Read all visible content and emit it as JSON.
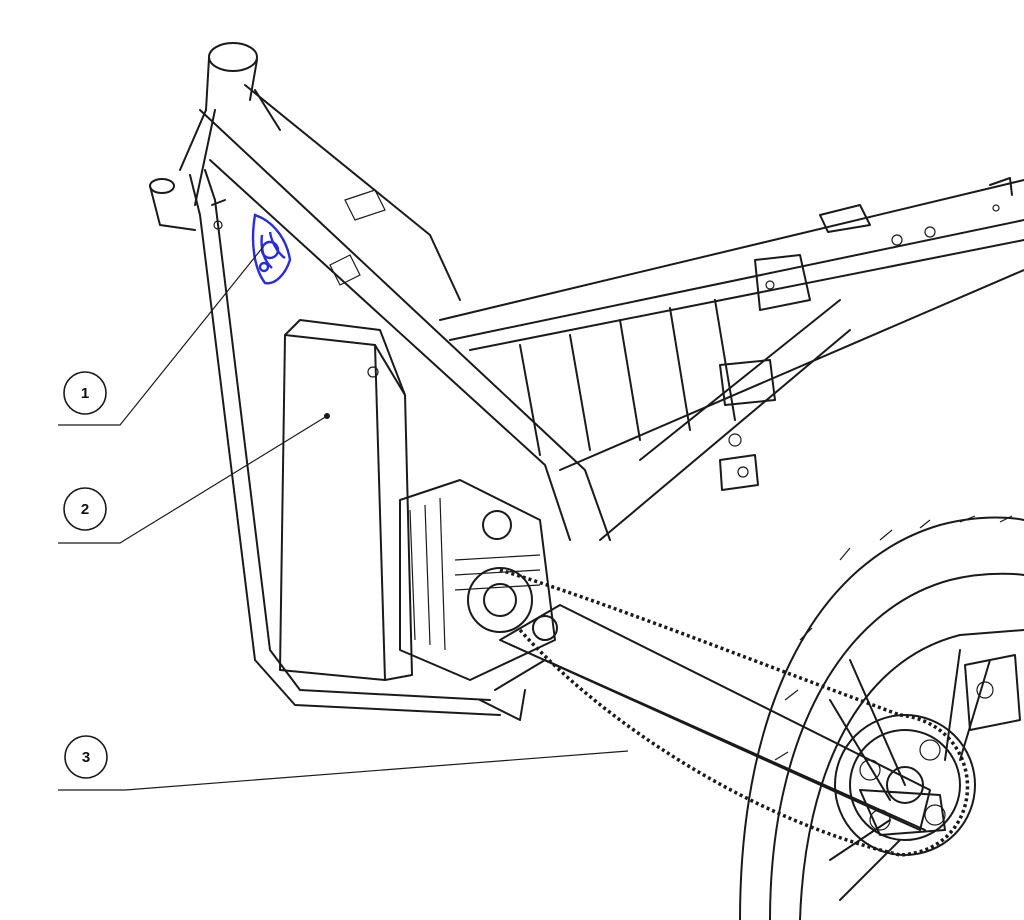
{
  "callouts": [
    {
      "number": "1"
    },
    {
      "number": "2"
    },
    {
      "number": "3"
    }
  ],
  "colors": {
    "line": "#1a1a1a",
    "highlight": "#2a2ae0",
    "background": "#ffffff"
  }
}
